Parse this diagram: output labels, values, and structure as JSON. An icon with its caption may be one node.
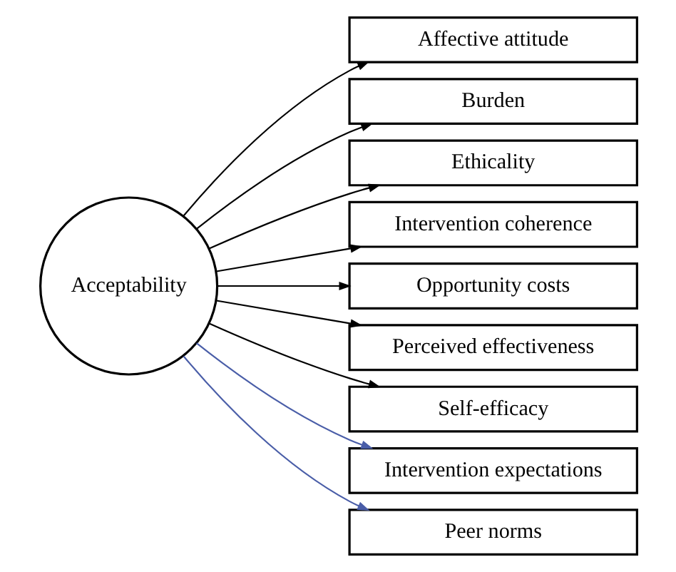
{
  "diagram": {
    "nodes": [
      {
        "text": [
          "Acceptability"
        ]
      },
      {
        "text": [
          "Affective attitude"
        ]
      },
      {
        "text": [
          "Burden"
        ]
      },
      {
        "text": [
          "Ethicality"
        ]
      },
      {
        "text": [
          "Intervention coherence"
        ]
      },
      {
        "text": [
          "Opportunity costs"
        ]
      },
      {
        "text": [
          "Perceived effectiveness"
        ]
      },
      {
        "text": [
          "Self-efficacy"
        ]
      },
      {
        "text": [
          "Intervention expectations"
        ]
      },
      {
        "text": [
          "Peer norms"
        ]
      }
    ],
    "edges": [
      {
        "from": 0,
        "to": 1,
        "arrow": "to"
      },
      {
        "from": 0,
        "to": 2,
        "arrow": "to"
      },
      {
        "from": 0,
        "to": 3,
        "arrow": "to"
      },
      {
        "from": 0,
        "to": 4,
        "arrow": "to"
      },
      {
        "from": 0,
        "to": 5,
        "arrow": "to"
      },
      {
        "from": 0,
        "to": 6,
        "arrow": "to"
      },
      {
        "from": 0,
        "to": 7,
        "arrow": "to"
      },
      {
        "from": 0,
        "to": 8,
        "arrow": "to",
        "color": "#4a5ea8"
      },
      {
        "from": 0,
        "to": 9,
        "arrow": "to",
        "color": "#4a5ea8"
      }
    ]
  }
}
